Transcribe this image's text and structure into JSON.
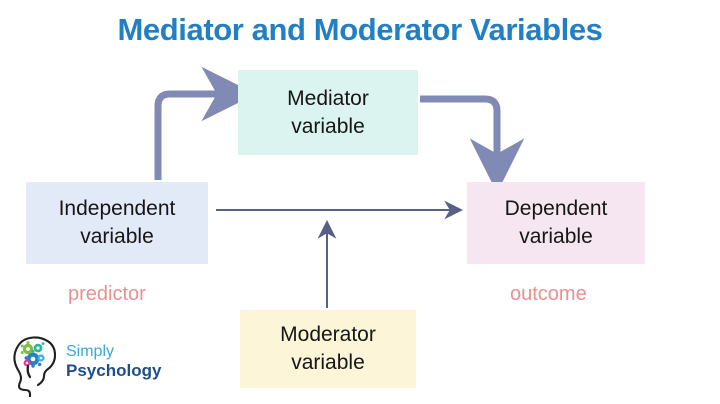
{
  "title": "Mediator and Moderator Variables",
  "title_color": "#2180c4",
  "background_color": "#ffffff",
  "boxes": {
    "independent": {
      "line1": "Independent",
      "line2": "variable",
      "color": "#e3eaf7"
    },
    "mediator": {
      "line1": "Mediator",
      "line2": "variable",
      "color": "#dcf4ef"
    },
    "dependent": {
      "line1": "Dependent",
      "line2": "variable",
      "color": "#f5e6f2"
    },
    "moderator": {
      "line1": "Moderator",
      "line2": "variable",
      "color": "#fdf5d8"
    }
  },
  "captions": {
    "predictor": "predictor",
    "outcome": "outcome",
    "color": "#e8918e"
  },
  "arrows": {
    "thick_color": "#8189b5",
    "thin_color": "#5a5f86",
    "items": [
      {
        "name": "independent-to-mediator",
        "style": "thick-curved"
      },
      {
        "name": "mediator-to-dependent",
        "style": "thick-curved"
      },
      {
        "name": "independent-to-dependent",
        "style": "thin-straight"
      },
      {
        "name": "moderator-to-path",
        "style": "thin-straight"
      }
    ]
  },
  "logo": {
    "brand_line1": "Simply",
    "brand_line2": "Psychology",
    "line1_color": "#3aa8d8",
    "line2_color": "#1e4e8c",
    "gear_colors": [
      "#7ac143",
      "#2bb5a0",
      "#2b7fc4",
      "#e6399b",
      "#35b6d6"
    ]
  }
}
